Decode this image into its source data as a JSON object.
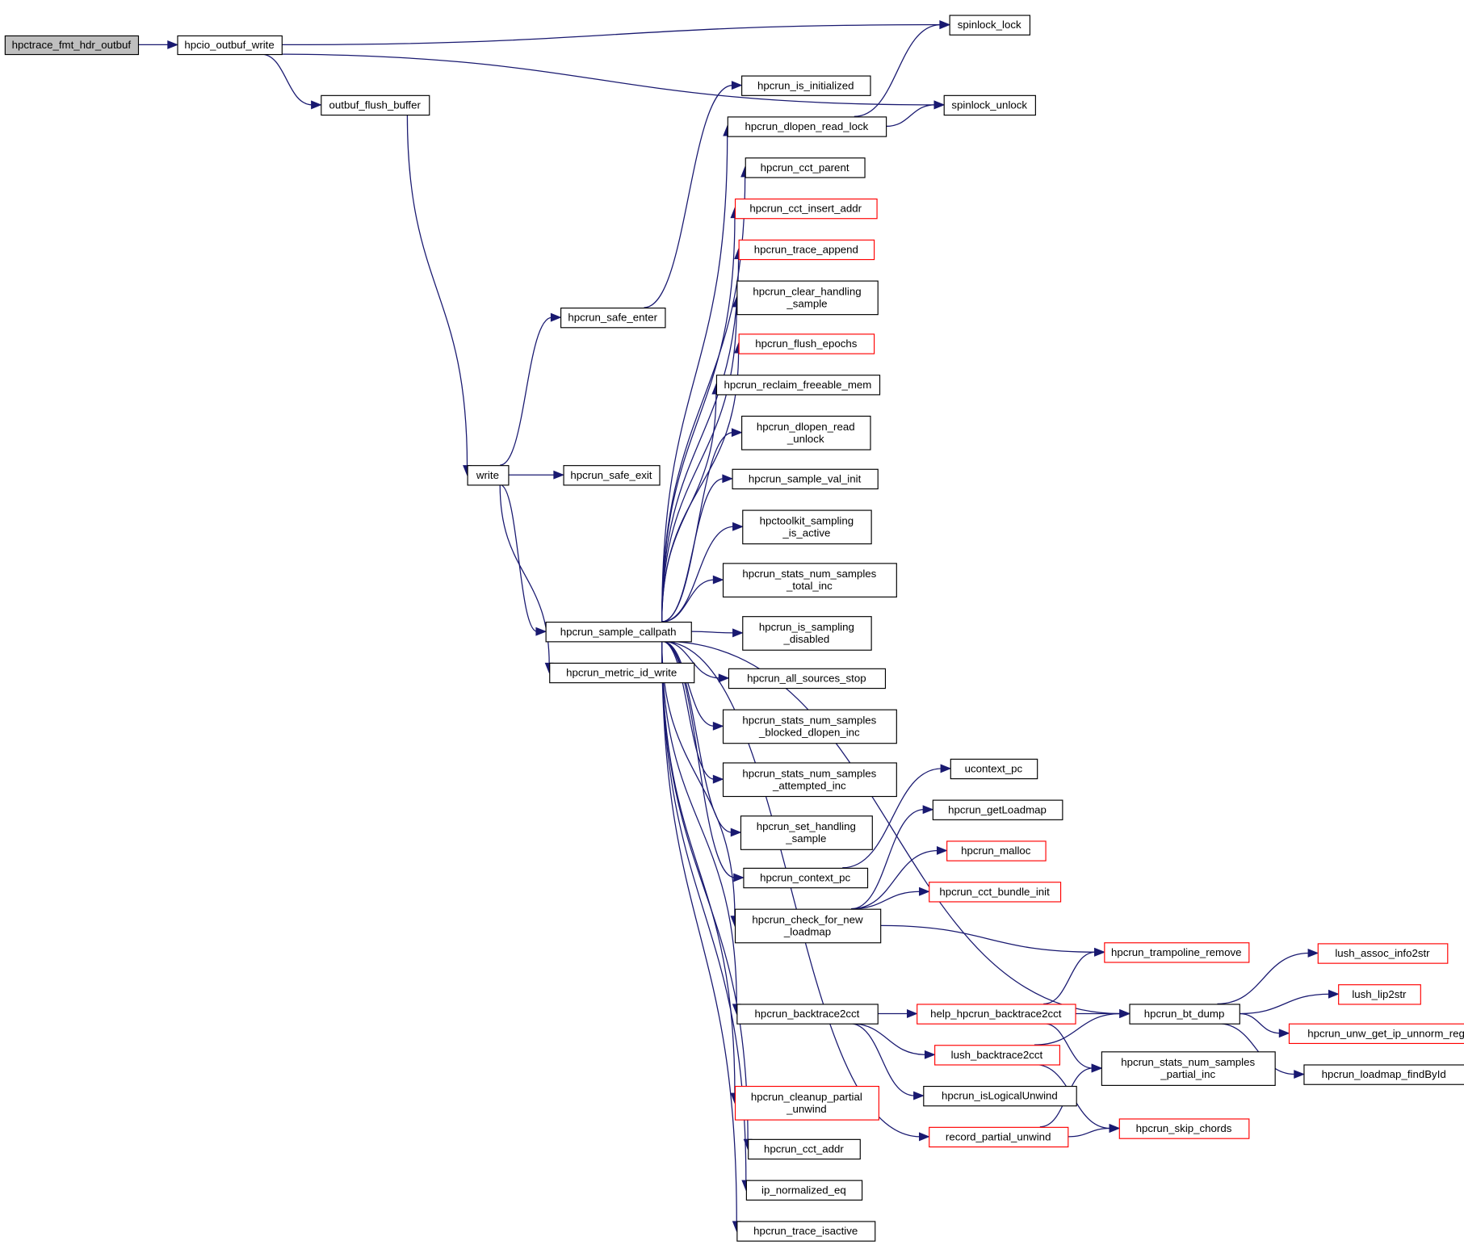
{
  "title": "Call graph for hpctrace_fmt_hdr_outbuf",
  "colors": {
    "edge": "#191970",
    "root_fill": "#bfbfbf",
    "node_border": "#000000",
    "truncated_border": "#ff0000"
  },
  "nodes": [
    {
      "id": "hpctrace_fmt_hdr_outbuf",
      "lines": [
        "hpctrace_fmt_hdr_outbuf"
      ],
      "style": "root"
    },
    {
      "id": "hpcio_outbuf_write",
      "lines": [
        "hpcio_outbuf_write"
      ],
      "style": "black"
    },
    {
      "id": "spinlock_lock",
      "lines": [
        "spinlock_lock"
      ],
      "style": "black"
    },
    {
      "id": "spinlock_unlock",
      "lines": [
        "spinlock_unlock"
      ],
      "style": "black"
    },
    {
      "id": "outbuf_flush_buffer",
      "lines": [
        "outbuf_flush_buffer"
      ],
      "style": "black"
    },
    {
      "id": "write",
      "lines": [
        "write"
      ],
      "style": "black"
    },
    {
      "id": "hpcrun_safe_enter",
      "lines": [
        "hpcrun_safe_enter"
      ],
      "style": "black"
    },
    {
      "id": "hpcrun_safe_exit",
      "lines": [
        "hpcrun_safe_exit"
      ],
      "style": "black"
    },
    {
      "id": "hpcrun_sample_callpath",
      "lines": [
        "hpcrun_sample_callpath"
      ],
      "style": "black"
    },
    {
      "id": "hpcrun_metric_id_write",
      "lines": [
        "hpcrun_metric_id_write"
      ],
      "style": "black"
    },
    {
      "id": "hpcrun_is_initialized",
      "lines": [
        "hpcrun_is_initialized"
      ],
      "style": "black"
    },
    {
      "id": "hpcrun_dlopen_read_lock",
      "lines": [
        "hpcrun_dlopen_read_lock"
      ],
      "style": "black"
    },
    {
      "id": "hpcrun_cct_parent",
      "lines": [
        "hpcrun_cct_parent"
      ],
      "style": "black"
    },
    {
      "id": "hpcrun_cct_insert_addr",
      "lines": [
        "hpcrun_cct_insert_addr"
      ],
      "style": "red"
    },
    {
      "id": "hpcrun_trace_append",
      "lines": [
        "hpcrun_trace_append"
      ],
      "style": "red"
    },
    {
      "id": "hpcrun_clear_handling_sample",
      "lines": [
        "hpcrun_clear_handling",
        "_sample"
      ],
      "style": "black"
    },
    {
      "id": "hpcrun_flush_epochs",
      "lines": [
        "hpcrun_flush_epochs"
      ],
      "style": "red"
    },
    {
      "id": "hpcrun_reclaim_freeable_mem",
      "lines": [
        "hpcrun_reclaim_freeable_mem"
      ],
      "style": "black"
    },
    {
      "id": "hpcrun_dlopen_read_unlock",
      "lines": [
        "hpcrun_dlopen_read",
        "_unlock"
      ],
      "style": "black"
    },
    {
      "id": "hpcrun_sample_val_init",
      "lines": [
        "hpcrun_sample_val_init"
      ],
      "style": "black"
    },
    {
      "id": "hpctoolkit_sampling_is_active",
      "lines": [
        "hpctoolkit_sampling",
        "_is_active"
      ],
      "style": "black"
    },
    {
      "id": "hpcrun_stats_num_samples_total_inc",
      "lines": [
        "hpcrun_stats_num_samples",
        "_total_inc"
      ],
      "style": "black"
    },
    {
      "id": "hpcrun_is_sampling_disabled",
      "lines": [
        "hpcrun_is_sampling",
        "_disabled"
      ],
      "style": "black"
    },
    {
      "id": "hpcrun_all_sources_stop",
      "lines": [
        "hpcrun_all_sources_stop"
      ],
      "style": "black"
    },
    {
      "id": "hpcrun_stats_num_samples_blocked_dlopen_inc",
      "lines": [
        "hpcrun_stats_num_samples",
        "_blocked_dlopen_inc"
      ],
      "style": "black"
    },
    {
      "id": "hpcrun_stats_num_samples_attempted_inc",
      "lines": [
        "hpcrun_stats_num_samples",
        "_attempted_inc"
      ],
      "style": "black"
    },
    {
      "id": "hpcrun_set_handling_sample",
      "lines": [
        "hpcrun_set_handling",
        "_sample"
      ],
      "style": "black"
    },
    {
      "id": "hpcrun_context_pc",
      "lines": [
        "hpcrun_context_pc"
      ],
      "style": "black"
    },
    {
      "id": "hpcrun_check_for_new_loadmap",
      "lines": [
        "hpcrun_check_for_new",
        "_loadmap"
      ],
      "style": "black"
    },
    {
      "id": "hpcrun_backtrace2cct",
      "lines": [
        "hpcrun_backtrace2cct"
      ],
      "style": "black"
    },
    {
      "id": "hpcrun_cleanup_partial_unwind",
      "lines": [
        "hpcrun_cleanup_partial",
        "_unwind"
      ],
      "style": "red"
    },
    {
      "id": "hpcrun_cct_addr",
      "lines": [
        "hpcrun_cct_addr"
      ],
      "style": "black"
    },
    {
      "id": "ip_normalized_eq",
      "lines": [
        "ip_normalized_eq"
      ],
      "style": "black"
    },
    {
      "id": "hpcrun_trace_isactive",
      "lines": [
        "hpcrun_trace_isactive"
      ],
      "style": "black"
    },
    {
      "id": "ucontext_pc",
      "lines": [
        "ucontext_pc"
      ],
      "style": "black"
    },
    {
      "id": "hpcrun_getLoadmap",
      "lines": [
        "hpcrun_getLoadmap"
      ],
      "style": "black"
    },
    {
      "id": "hpcrun_malloc",
      "lines": [
        "hpcrun_malloc"
      ],
      "style": "red"
    },
    {
      "id": "hpcrun_cct_bundle_init",
      "lines": [
        "hpcrun_cct_bundle_init"
      ],
      "style": "red"
    },
    {
      "id": "hpcrun_trampoline_remove",
      "lines": [
        "hpcrun_trampoline_remove"
      ],
      "style": "red"
    },
    {
      "id": "help_hpcrun_backtrace2cct",
      "lines": [
        "help_hpcrun_backtrace2cct"
      ],
      "style": "red"
    },
    {
      "id": "lush_backtrace2cct",
      "lines": [
        "lush_backtrace2cct"
      ],
      "style": "red"
    },
    {
      "id": "hpcrun_isLogicalUnwind",
      "lines": [
        "hpcrun_isLogicalUnwind"
      ],
      "style": "black"
    },
    {
      "id": "record_partial_unwind",
      "lines": [
        "record_partial_unwind"
      ],
      "style": "red"
    },
    {
      "id": "hpcrun_bt_dump",
      "lines": [
        "hpcrun_bt_dump"
      ],
      "style": "black"
    },
    {
      "id": "hpcrun_stats_num_samples_partial_inc",
      "lines": [
        "hpcrun_stats_num_samples",
        "_partial_inc"
      ],
      "style": "black"
    },
    {
      "id": "hpcrun_skip_chords",
      "lines": [
        "hpcrun_skip_chords"
      ],
      "style": "red"
    },
    {
      "id": "lush_assoc_info2str",
      "lines": [
        "lush_assoc_info2str"
      ],
      "style": "red"
    },
    {
      "id": "lush_lip2str",
      "lines": [
        "lush_lip2str"
      ],
      "style": "red"
    },
    {
      "id": "hpcrun_unw_get_ip_unnorm_reg",
      "lines": [
        "hpcrun_unw_get_ip_unnorm_reg"
      ],
      "style": "red"
    },
    {
      "id": "hpcrun_loadmap_findById",
      "lines": [
        "hpcrun_loadmap_findById"
      ],
      "style": "black"
    }
  ],
  "edges": [
    [
      "hpctrace_fmt_hdr_outbuf",
      "hpcio_outbuf_write"
    ],
    [
      "hpcio_outbuf_write",
      "spinlock_lock"
    ],
    [
      "hpcio_outbuf_write",
      "spinlock_unlock"
    ],
    [
      "hpcio_outbuf_write",
      "outbuf_flush_buffer"
    ],
    [
      "outbuf_flush_buffer",
      "write"
    ],
    [
      "write",
      "hpcrun_safe_enter"
    ],
    [
      "write",
      "hpcrun_safe_exit"
    ],
    [
      "write",
      "hpcrun_sample_callpath"
    ],
    [
      "write",
      "hpcrun_metric_id_write"
    ],
    [
      "hpcrun_safe_enter",
      "hpcrun_is_initialized"
    ],
    [
      "hpcrun_dlopen_read_lock",
      "spinlock_lock"
    ],
    [
      "hpcrun_dlopen_read_lock",
      "spinlock_unlock"
    ],
    [
      "hpcrun_sample_callpath",
      "hpcrun_dlopen_read_lock"
    ],
    [
      "hpcrun_sample_callpath",
      "hpcrun_cct_parent"
    ],
    [
      "hpcrun_sample_callpath",
      "hpcrun_cct_insert_addr"
    ],
    [
      "hpcrun_sample_callpath",
      "hpcrun_trace_append"
    ],
    [
      "hpcrun_sample_callpath",
      "hpcrun_clear_handling_sample"
    ],
    [
      "hpcrun_sample_callpath",
      "hpcrun_flush_epochs"
    ],
    [
      "hpcrun_sample_callpath",
      "hpcrun_reclaim_freeable_mem"
    ],
    [
      "hpcrun_sample_callpath",
      "hpcrun_dlopen_read_unlock"
    ],
    [
      "hpcrun_sample_callpath",
      "hpcrun_sample_val_init"
    ],
    [
      "hpcrun_sample_callpath",
      "hpctoolkit_sampling_is_active"
    ],
    [
      "hpcrun_sample_callpath",
      "hpcrun_stats_num_samples_total_inc"
    ],
    [
      "hpcrun_sample_callpath",
      "hpcrun_is_sampling_disabled"
    ],
    [
      "hpcrun_sample_callpath",
      "hpcrun_all_sources_stop"
    ],
    [
      "hpcrun_sample_callpath",
      "hpcrun_stats_num_samples_blocked_dlopen_inc"
    ],
    [
      "hpcrun_sample_callpath",
      "hpcrun_stats_num_samples_attempted_inc"
    ],
    [
      "hpcrun_sample_callpath",
      "hpcrun_set_handling_sample"
    ],
    [
      "hpcrun_sample_callpath",
      "hpcrun_context_pc"
    ],
    [
      "hpcrun_sample_callpath",
      "hpcrun_check_for_new_loadmap"
    ],
    [
      "hpcrun_sample_callpath",
      "hpcrun_bt_dump"
    ],
    [
      "hpcrun_sample_callpath",
      "hpcrun_backtrace2cct"
    ],
    [
      "hpcrun_sample_callpath",
      "record_partial_unwind"
    ],
    [
      "hpcrun_sample_callpath",
      "hpcrun_cleanup_partial_unwind"
    ],
    [
      "hpcrun_sample_callpath",
      "hpcrun_cct_addr"
    ],
    [
      "hpcrun_sample_callpath",
      "ip_normalized_eq"
    ],
    [
      "hpcrun_sample_callpath",
      "hpcrun_trace_isactive"
    ],
    [
      "hpcrun_context_pc",
      "ucontext_pc"
    ],
    [
      "hpcrun_check_for_new_loadmap",
      "hpcrun_getLoadmap"
    ],
    [
      "hpcrun_check_for_new_loadmap",
      "hpcrun_malloc"
    ],
    [
      "hpcrun_check_for_new_loadmap",
      "hpcrun_cct_bundle_init"
    ],
    [
      "hpcrun_check_for_new_loadmap",
      "hpcrun_trampoline_remove"
    ],
    [
      "hpcrun_backtrace2cct",
      "help_hpcrun_backtrace2cct"
    ],
    [
      "hpcrun_backtrace2cct",
      "lush_backtrace2cct"
    ],
    [
      "hpcrun_backtrace2cct",
      "hpcrun_isLogicalUnwind"
    ],
    [
      "help_hpcrun_backtrace2cct",
      "hpcrun_trampoline_remove"
    ],
    [
      "help_hpcrun_backtrace2cct",
      "hpcrun_bt_dump"
    ],
    [
      "help_hpcrun_backtrace2cct",
      "hpcrun_stats_num_samples_partial_inc"
    ],
    [
      "lush_backtrace2cct",
      "hpcrun_bt_dump"
    ],
    [
      "lush_backtrace2cct",
      "hpcrun_skip_chords"
    ],
    [
      "record_partial_unwind",
      "hpcrun_stats_num_samples_partial_inc"
    ],
    [
      "record_partial_unwind",
      "hpcrun_skip_chords"
    ],
    [
      "hpcrun_bt_dump",
      "lush_assoc_info2str"
    ],
    [
      "hpcrun_bt_dump",
      "lush_lip2str"
    ],
    [
      "hpcrun_bt_dump",
      "hpcrun_unw_get_ip_unnorm_reg"
    ],
    [
      "hpcrun_bt_dump",
      "hpcrun_loadmap_findById"
    ]
  ]
}
